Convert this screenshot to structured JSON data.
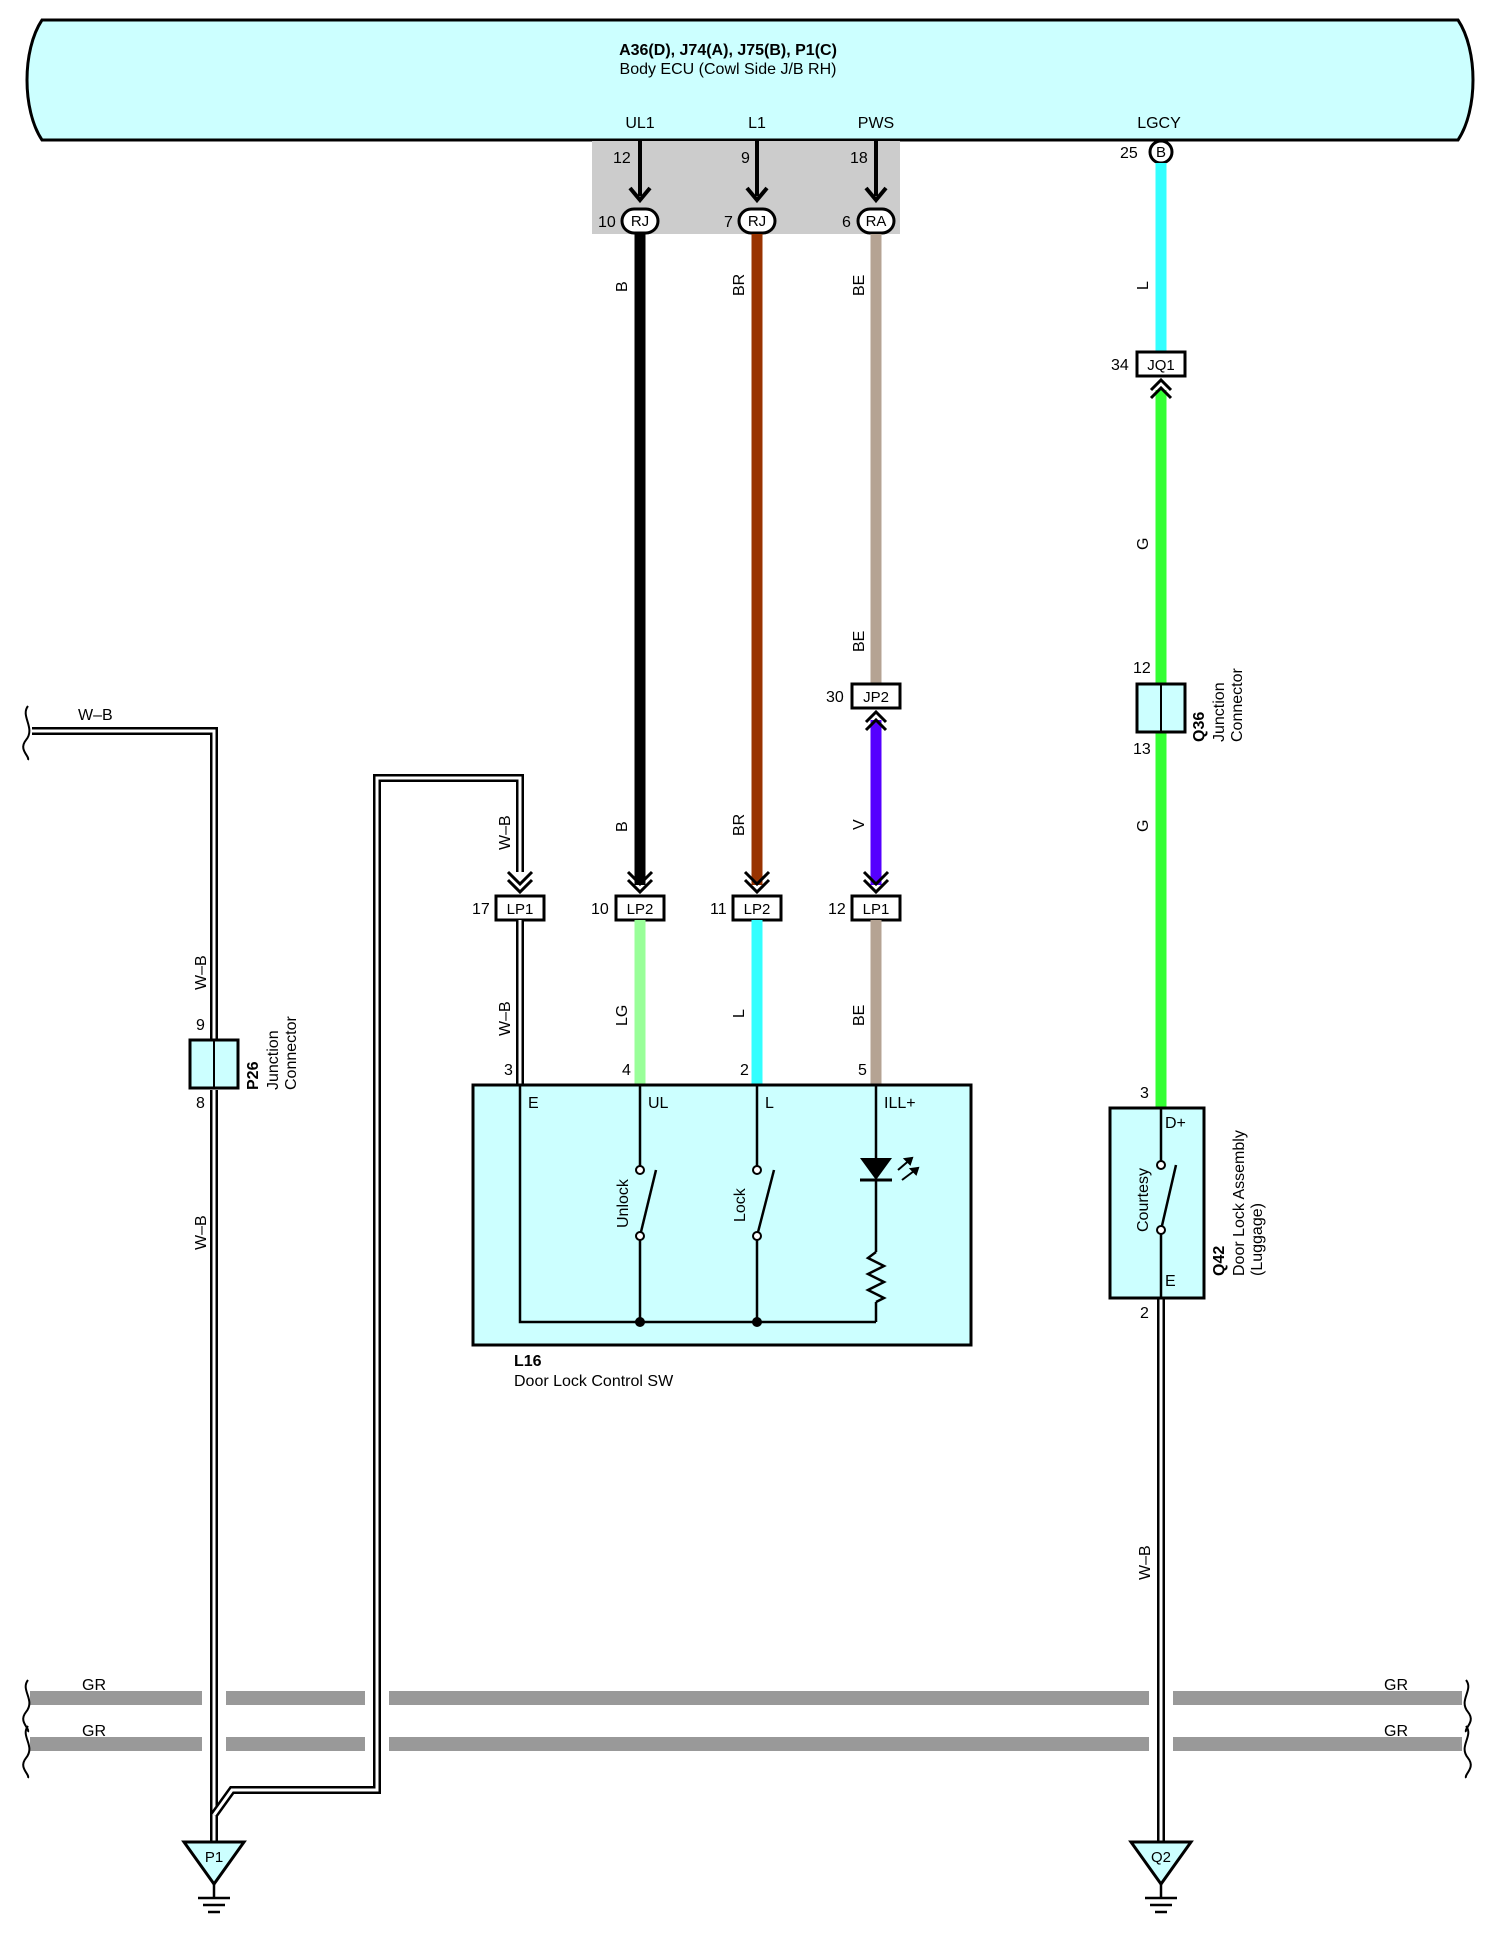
{
  "ecu": {
    "connectors": "A36(D), J74(A), J75(B), P1(C)",
    "name": "Body ECU (Cowl Side J/B RH)",
    "pins": [
      {
        "name": "UL1",
        "num": "12"
      },
      {
        "name": "L1",
        "num": "9"
      },
      {
        "name": "PWS",
        "num": "18"
      },
      {
        "name": "LGCY",
        "num": "25",
        "conn": "B"
      }
    ]
  },
  "junctions_top": [
    {
      "num": "10",
      "code": "RJ"
    },
    {
      "num": "7",
      "code": "RJ"
    },
    {
      "num": "6",
      "code": "RA"
    }
  ],
  "wire_colors": {
    "b": "B",
    "br": "BR",
    "be": "BE",
    "v": "V",
    "l": "L",
    "g": "G",
    "lg": "LG",
    "wb": "W–B",
    "gr": "GR"
  },
  "inline_connectors": {
    "jp2": {
      "num": "30",
      "code": "JP2"
    },
    "jq1": {
      "num": "34",
      "code": "JQ1"
    },
    "lp1_17": {
      "num": "17",
      "code": "LP1"
    },
    "lp2_10": {
      "num": "10",
      "code": "LP2"
    },
    "lp2_11": {
      "num": "11",
      "code": "LP2"
    },
    "lp1_12": {
      "num": "12",
      "code": "LP1"
    }
  },
  "p26": {
    "id": "P26",
    "desc1": "Junction",
    "desc2": "Connector",
    "pin_top": "9",
    "pin_bottom": "8"
  },
  "q36": {
    "id": "Q36",
    "desc1": "Junction",
    "desc2": "Connector",
    "pin_top": "12",
    "pin_bottom": "13"
  },
  "l16": {
    "id": "L16",
    "name": "Door Lock Control SW",
    "pins": [
      {
        "num": "3",
        "name": "E"
      },
      {
        "num": "4",
        "name": "UL"
      },
      {
        "num": "2",
        "name": "L"
      },
      {
        "num": "5",
        "name": "ILL+"
      }
    ],
    "switch_unlock": "Unlock",
    "switch_lock": "Lock"
  },
  "q42": {
    "id": "Q42",
    "desc1": "Door Lock Assembly",
    "desc2": "(Luggage)",
    "pin_top": "3",
    "pin_bottom": "2",
    "term_top": "D+",
    "term_bottom": "E",
    "switch": "Courtesy"
  },
  "grounds": {
    "p1": "P1",
    "q2": "Q2"
  },
  "colors": {
    "ecu_fill": "#ccffff",
    "wire_black": "#000000",
    "wire_brown": "#993300",
    "wire_beige": "#b5a393",
    "wire_violet": "#5500ff",
    "wire_cyan": "#33ffff",
    "wire_green": "#33ff33",
    "wire_lightgreen": "#99ff99",
    "wire_gray": "#999999",
    "shade": "#cccccc"
  }
}
